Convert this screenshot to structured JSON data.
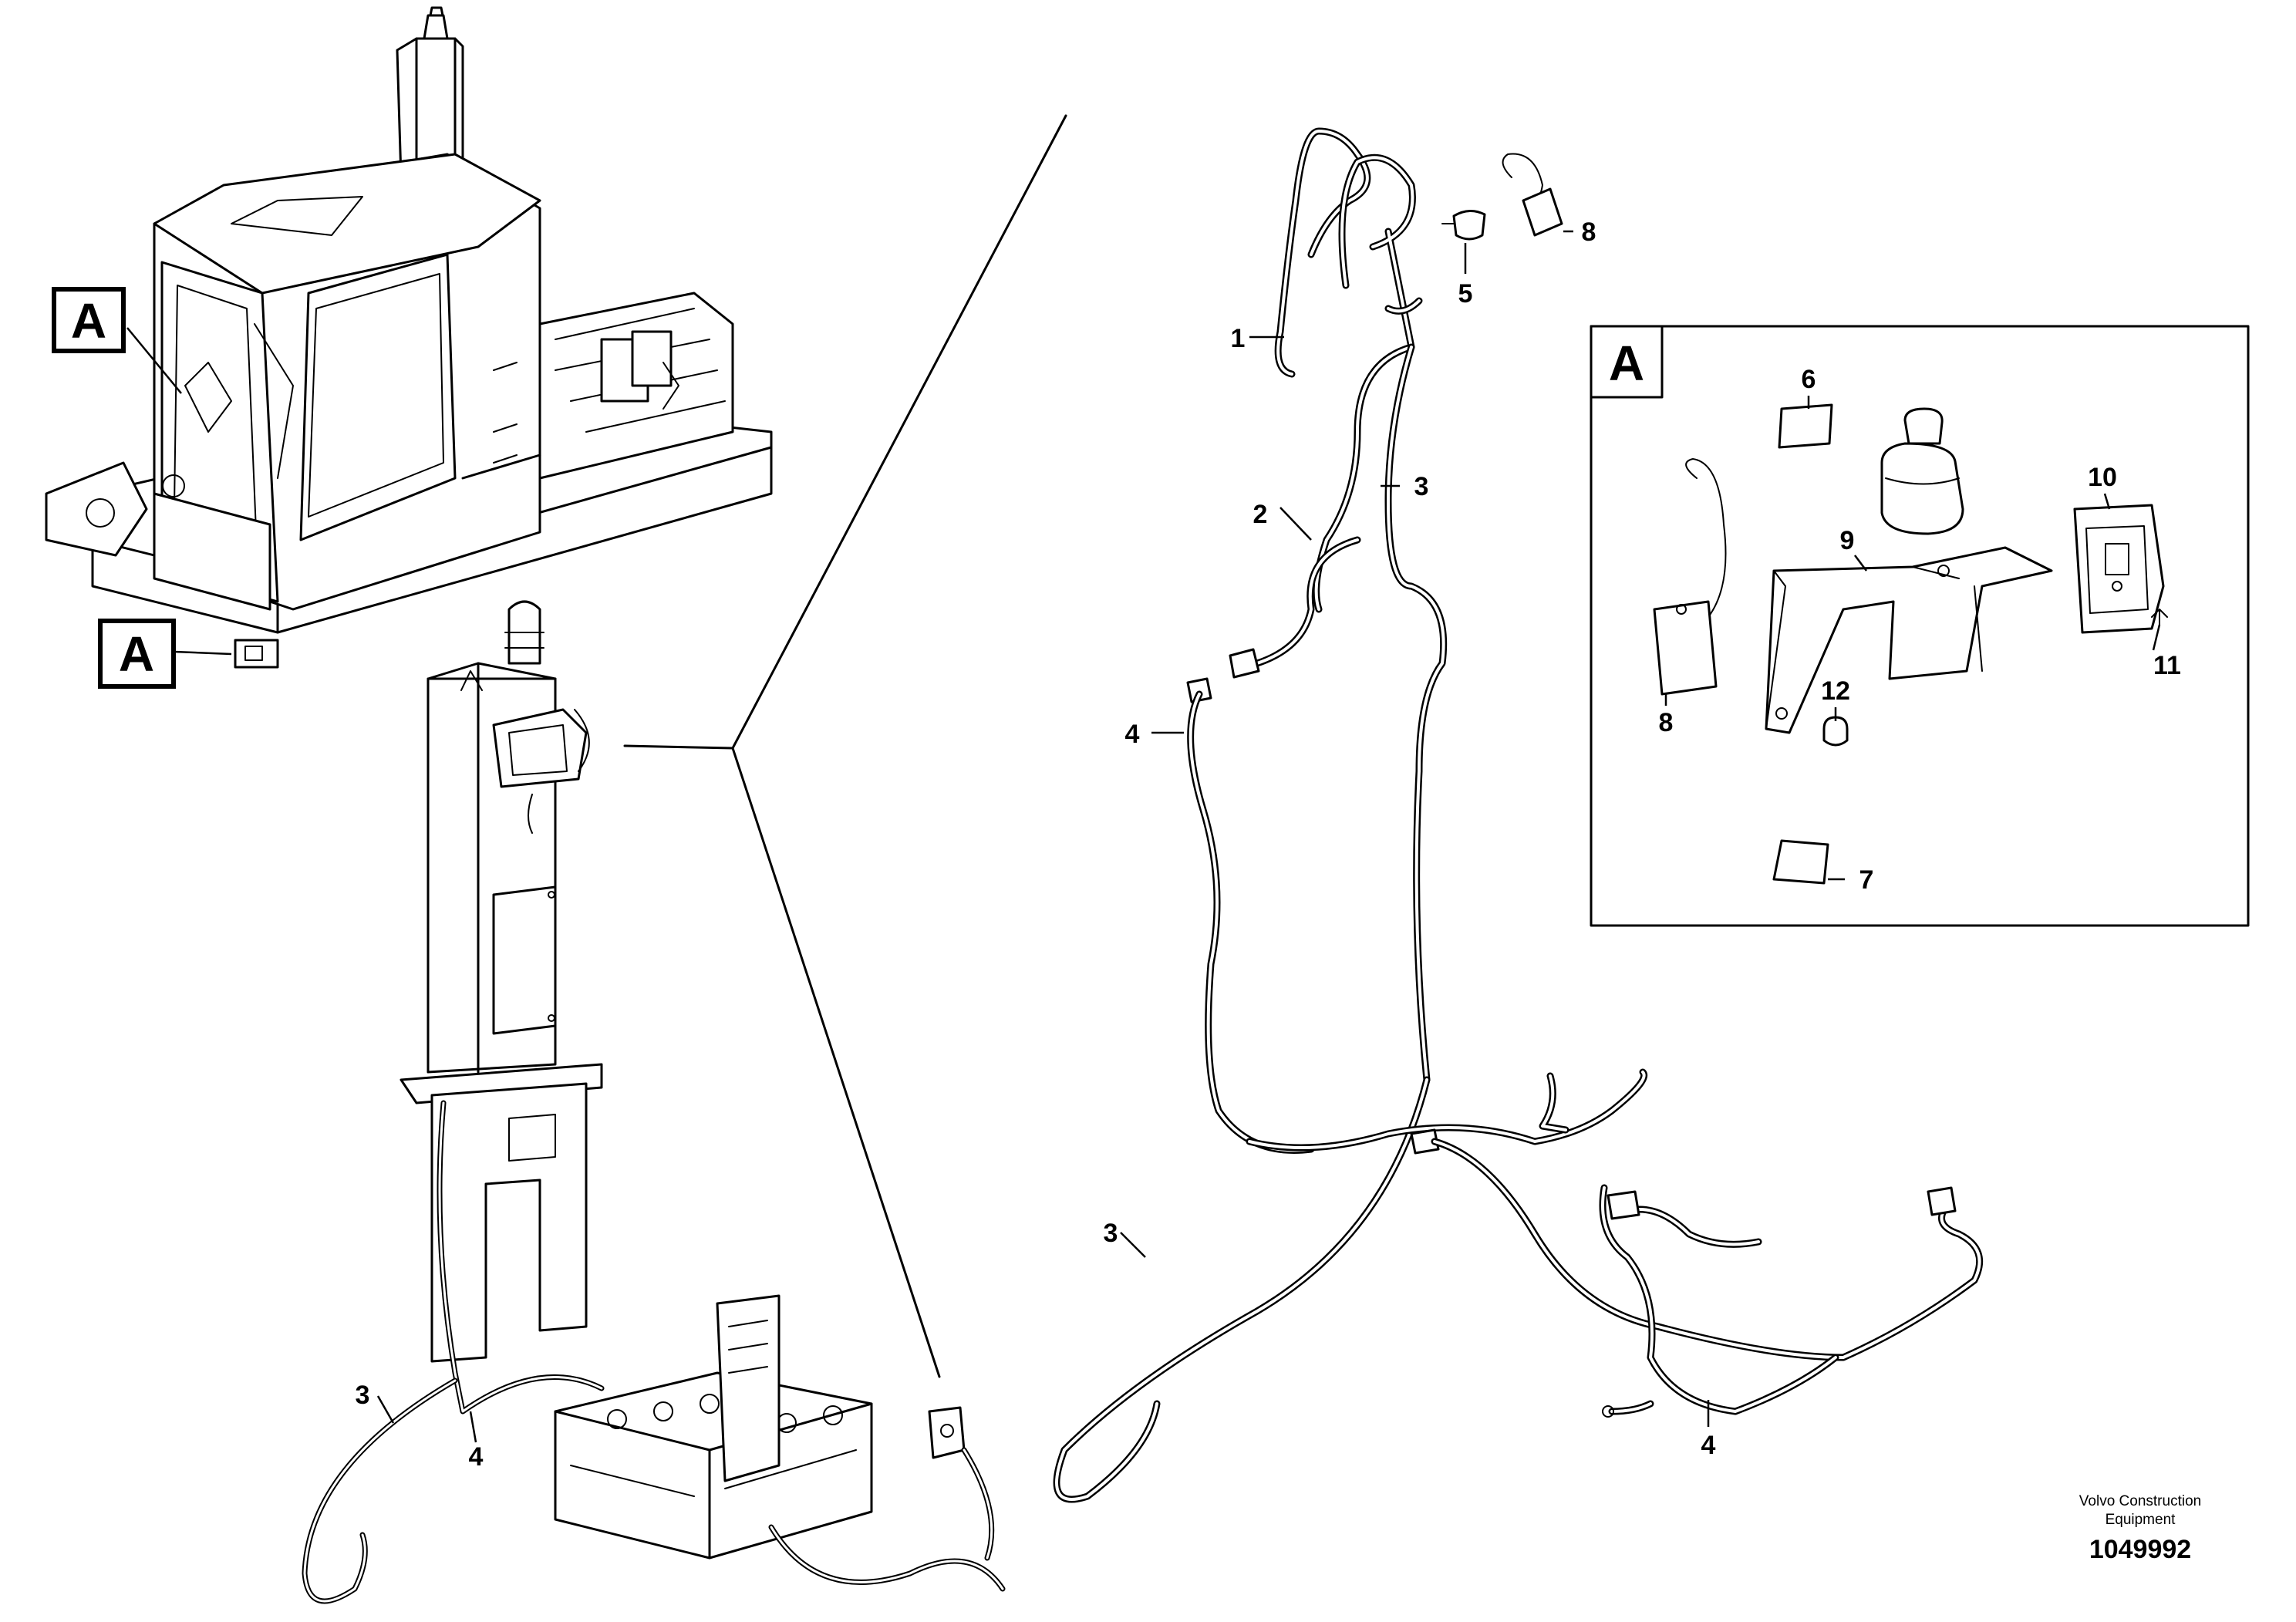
{
  "diagram": {
    "callouts": {
      "c1": "1",
      "c2": "2",
      "c3a": "3",
      "c3b": "3",
      "c3c": "3",
      "c4a": "4",
      "c4b": "4",
      "c4c": "4",
      "c5": "5",
      "c6": "6",
      "c7": "7",
      "c8a": "8",
      "c8b": "8",
      "c9": "9",
      "c10": "10",
      "c11": "11",
      "c12": "12"
    },
    "detail_markers": {
      "cab_top": "A",
      "cab_bottom": "A",
      "detail_box": "A"
    }
  },
  "footer": {
    "company": "Volvo Construction Equipment",
    "drawing_number": "1049992"
  }
}
